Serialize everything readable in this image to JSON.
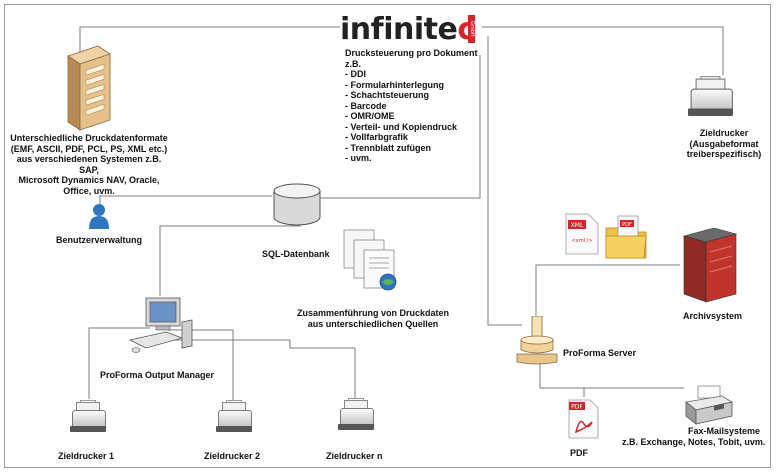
{
  "logo": {
    "text_main": "infinite",
    "text_accent": "c",
    "tag": "GmbH"
  },
  "sources": {
    "lines": [
      "Unterschiedliche Druckdatenformate",
      "(EMF, ASCII, PDF, PCL, PS, XML etc.)",
      "aus verschiedenen Systemen z.B. SAP,",
      "Microsoft Dynamics NAV, Oracle,",
      "Office, uvm."
    ]
  },
  "features": {
    "title": "Drucksteuerung pro Dokument",
    "subtitle": "z.B.",
    "items": [
      "- DDI",
      "- Formularhinterlegung",
      "- Schachtsteuerung",
      "- Barcode",
      "- OMR/OME",
      "- Verteil- und Kopiendruck",
      "- Vollfarbgrafik",
      "- Trennblatt zufügen",
      "- uvm."
    ]
  },
  "target_printer": {
    "lines": [
      "Zieldrucker",
      "(Ausgabeformat",
      "treiberspezifisch)"
    ]
  },
  "user_mgmt": "Benutzerverwaltung",
  "database": "SQL-Datenbank",
  "merge": {
    "lines": [
      "Zusammenführung von Druckdaten",
      "aus unterschiedlichen Quellen"
    ]
  },
  "archive": "Archivsystem",
  "server": "ProForma Server",
  "output_manager": "ProForma Output Manager",
  "printers": [
    "Zieldrucker 1",
    "Zieldrucker 2",
    "Zieldrucker n"
  ],
  "pdf": {
    "label": "PDF",
    "icon_text": "PDF"
  },
  "fax": {
    "title": "Fax-Mailsysteme",
    "subtitle": "z.B. Exchange, Notes, Tobit, uvm."
  },
  "xml_icon": {
    "tag": "XML",
    "code": "<xml />"
  },
  "pdf_folder_tag": "PDF",
  "colors": {
    "accent": "#d3262a",
    "archive_red": "#c0342c",
    "user_blue": "#2f76c0",
    "line": "#7d7d7d"
  }
}
